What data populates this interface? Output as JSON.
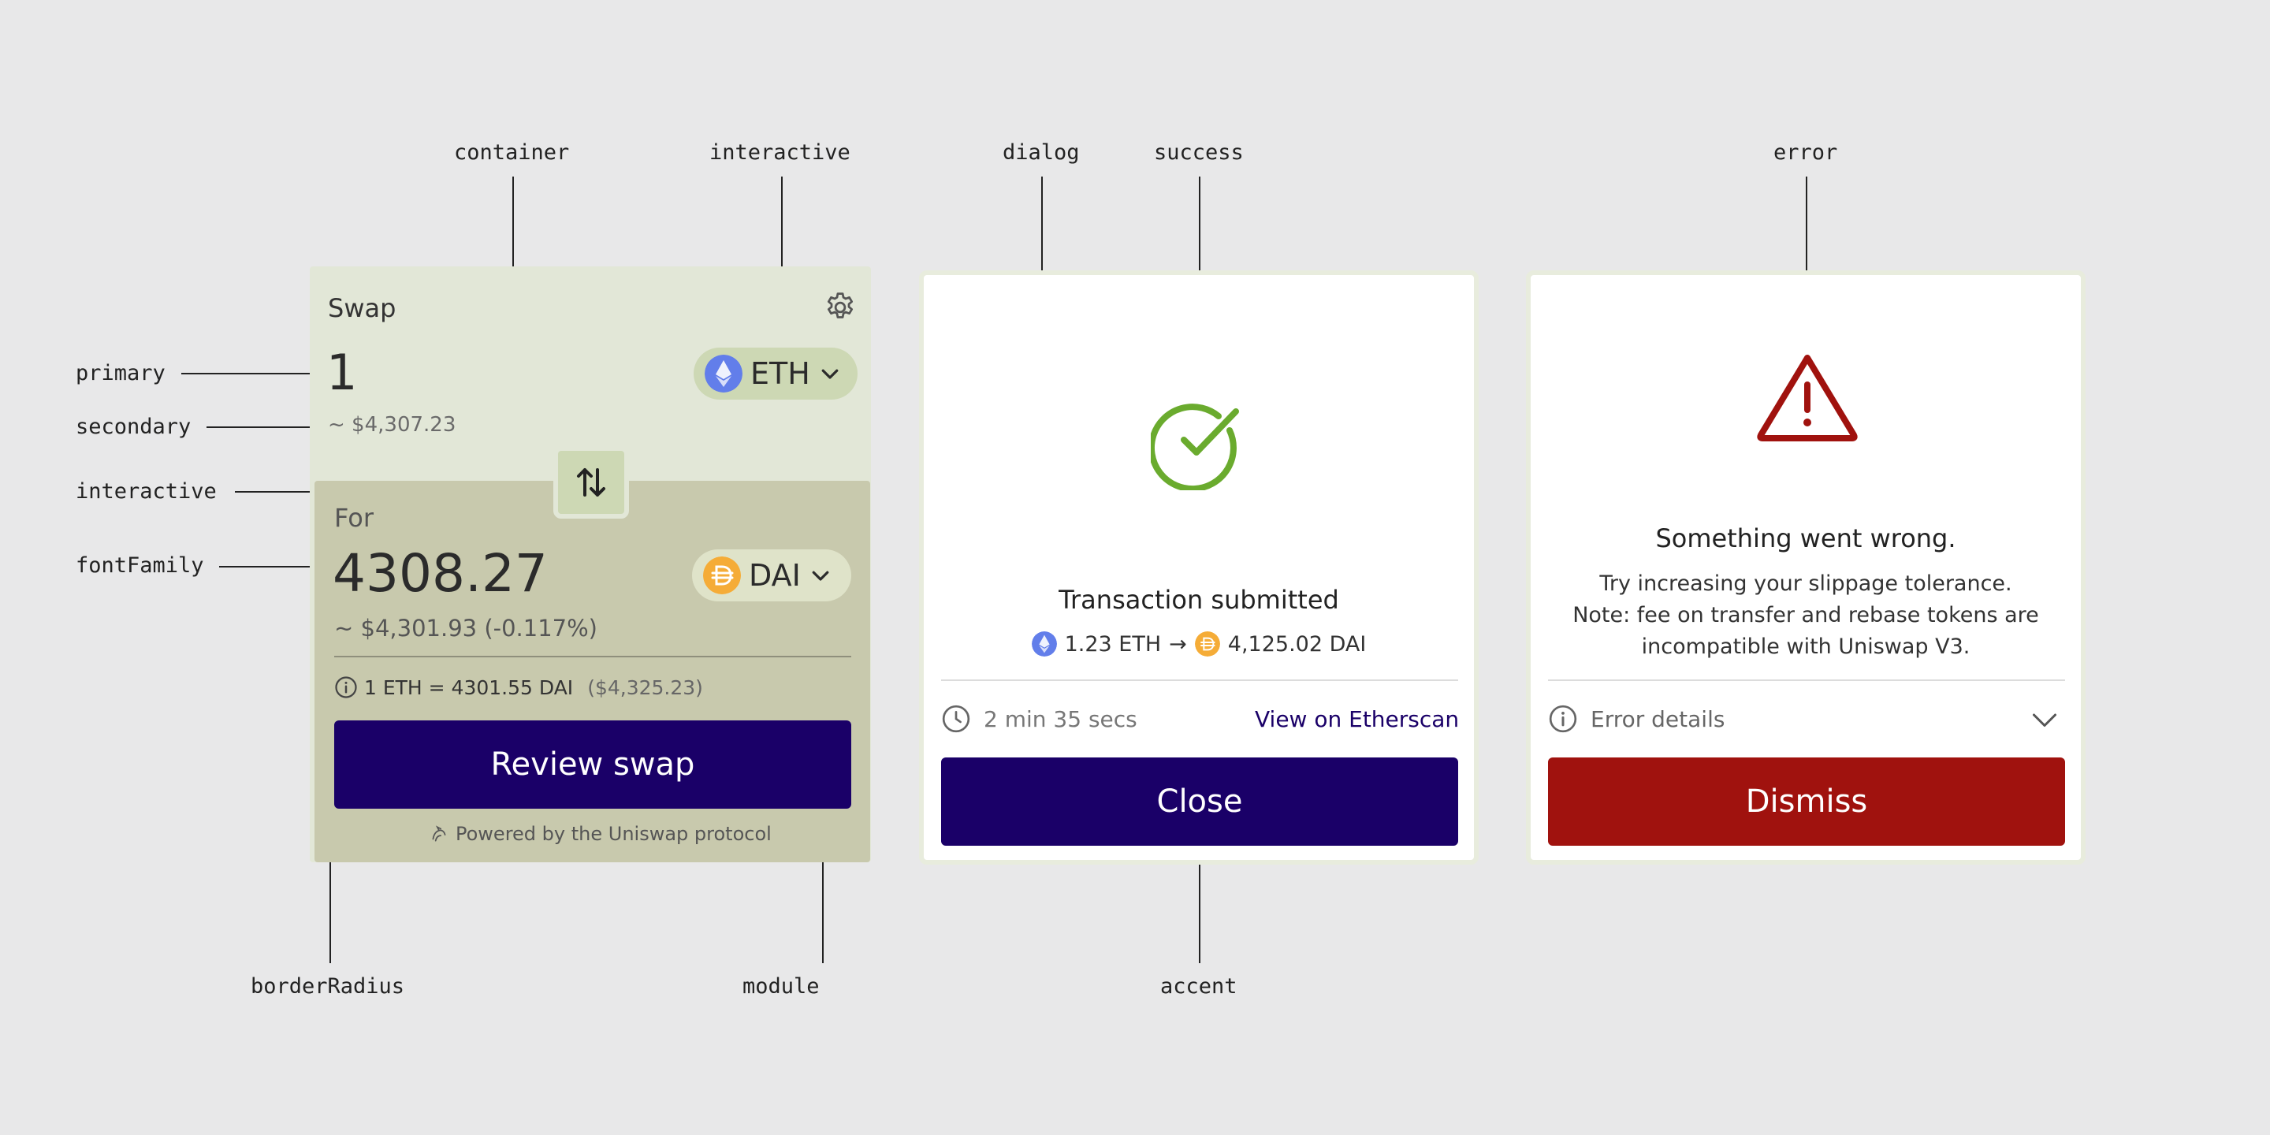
{
  "annotations": {
    "container": "container",
    "interactive_top": "interactive",
    "dialog": "dialog",
    "success": "success",
    "error": "error",
    "primary": "primary",
    "secondary": "secondary",
    "interactive_left": "interactive",
    "fontFamily": "fontFamily",
    "borderRadius": "borderRadius",
    "module": "module",
    "accent": "accent"
  },
  "swap": {
    "title": "Swap",
    "input_amount": "1",
    "input_token": "ETH",
    "input_usd": "~ $4,307.23",
    "for_label": "For",
    "output_amount": "4308.27",
    "output_token": "DAI",
    "output_usd": "~ $4,301.93 (-0.117%)",
    "rate": "1 ETH = 4301.55 DAI",
    "rate_usd": "($4,325.23)",
    "review_label": "Review swap",
    "powered": "Powered by the Uniswap protocol"
  },
  "success_dialog": {
    "title": "Transaction submitted",
    "from_amount": "1.23 ETH",
    "arrow": "→",
    "to_amount": "4,125.02 DAI",
    "time": "2 min 35 secs",
    "etherscan": "View on Etherscan",
    "close_label": "Close"
  },
  "error_dialog": {
    "title": "Something went wrong.",
    "message_line1": "Try increasing your slippage tolerance.",
    "message_line2": "Note: fee on transfer and rebase tokens are",
    "message_line3": "incompatible with Uniswap V3.",
    "details_label": "Error details",
    "dismiss_label": "Dismiss"
  },
  "colors": {
    "background": "#e8e8e9",
    "container": "#e2e7d7",
    "module": "#c8c9ad",
    "interactive": "#cdd8b4",
    "accent": "#1a0068",
    "success": "#6aab2e",
    "error": "#a0120e",
    "eth": "#627eea",
    "dai": "#f5ac37"
  },
  "icons": [
    "gear-icon",
    "eth-icon",
    "dai-icon",
    "chevron-down-icon",
    "swap-arrows-icon",
    "info-icon",
    "uniswap-logo-icon",
    "check-circle-icon",
    "arrow-right-icon",
    "clock-icon",
    "warning-icon"
  ]
}
